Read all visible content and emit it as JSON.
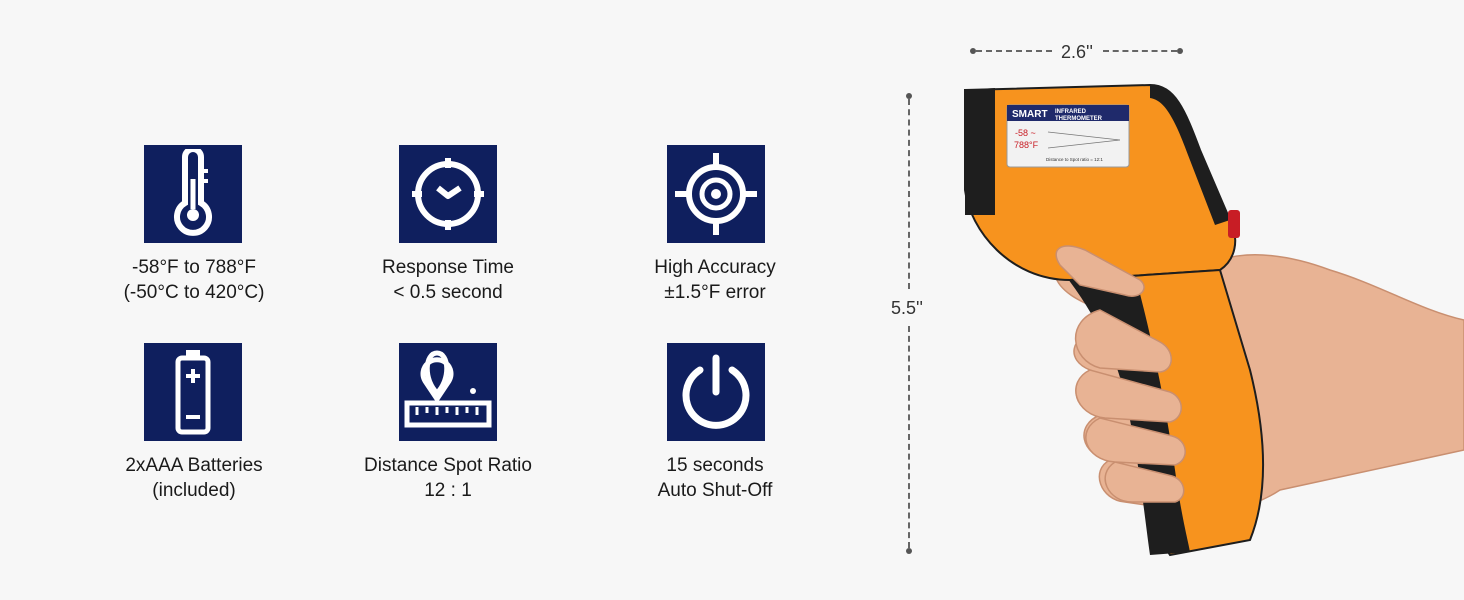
{
  "features": [
    {
      "icon": "thermometer-icon",
      "line1": "-58°F to 788°F",
      "line2": "(-50°C to 420°C)"
    },
    {
      "icon": "clock-icon",
      "line1": "Response Time",
      "line2": "< 0.5 second"
    },
    {
      "icon": "target-icon",
      "line1": "High Accuracy",
      "line2": "±1.5°F error"
    },
    {
      "icon": "battery-icon",
      "line1": "2xAAA Batteries",
      "line2": "(included)"
    },
    {
      "icon": "location-ruler-icon",
      "line1": "Distance Spot Ratio",
      "line2": "12 : 1"
    },
    {
      "icon": "power-icon",
      "line1": "15 seconds",
      "line2": "Auto Shut-Off"
    }
  ],
  "dimensions": {
    "width": "2.6''",
    "height": "5.5''"
  },
  "product": {
    "brand": "SMART",
    "label_line1": "INFRARED",
    "label_line2": "THERMOMETER",
    "range_line1": "-58 ~",
    "range_line2": "788°F",
    "ratio_text": "Distance to Spot ratio = 12:1"
  },
  "colors": {
    "icon_bg": "#0f1f5e",
    "gun_orange": "#f7931e",
    "gun_black": "#1e1e1e",
    "background": "#f7f7f7"
  }
}
